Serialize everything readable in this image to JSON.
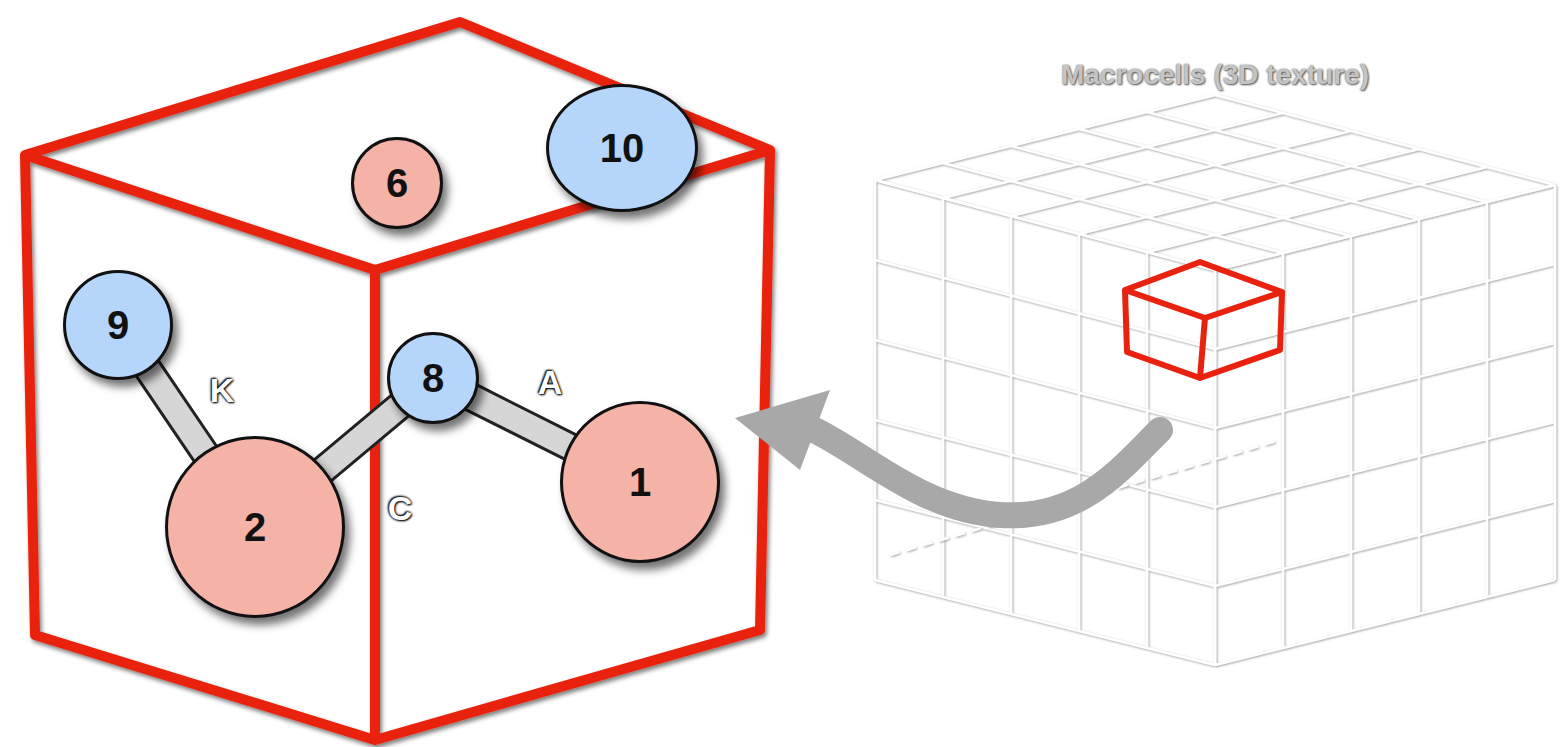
{
  "diagram": {
    "nodes": [
      {
        "text": [
          "6"
        ]
      },
      {
        "text": [
          "10"
        ]
      },
      {
        "text": [
          "9"
        ]
      },
      {
        "text": [
          "8"
        ]
      },
      {
        "text": [
          "1"
        ]
      },
      {
        "text": [
          "2"
        ]
      }
    ],
    "edges": [
      {
        "from": 2,
        "to": 5,
        "arrow": "none",
        "label": "K"
      },
      {
        "from": 5,
        "to": 3,
        "arrow": "none",
        "label": "C"
      },
      {
        "from": 3,
        "to": 4,
        "arrow": "none",
        "label": "A"
      }
    ],
    "labels": [
      "Macrocells (3D texture)"
    ]
  }
}
